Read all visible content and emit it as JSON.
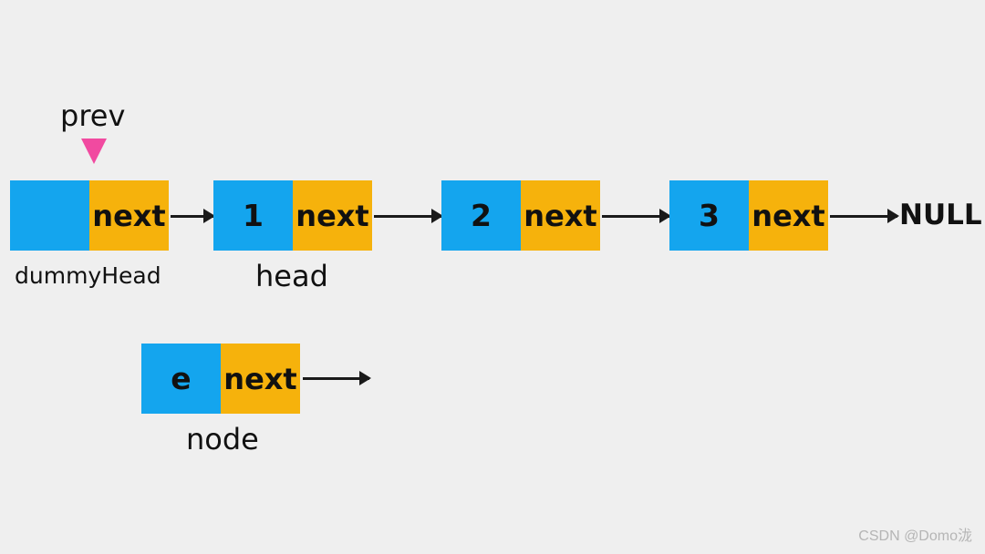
{
  "pointer": {
    "label": "prev",
    "color": "#f14aa0"
  },
  "colors": {
    "value_cell": "#14a5ee",
    "next_cell": "#f6b20c",
    "background": "#efefef"
  },
  "list": [
    {
      "value": "",
      "next": "next",
      "label": "dummyHead"
    },
    {
      "value": "1",
      "next": "next",
      "label": "head"
    },
    {
      "value": "2",
      "next": "next",
      "label": ""
    },
    {
      "value": "3",
      "next": "next",
      "label": ""
    }
  ],
  "terminal": "NULL",
  "new_node": {
    "value": "e",
    "next": "next",
    "label": "node"
  },
  "watermark": "CSDN @Domo泷"
}
